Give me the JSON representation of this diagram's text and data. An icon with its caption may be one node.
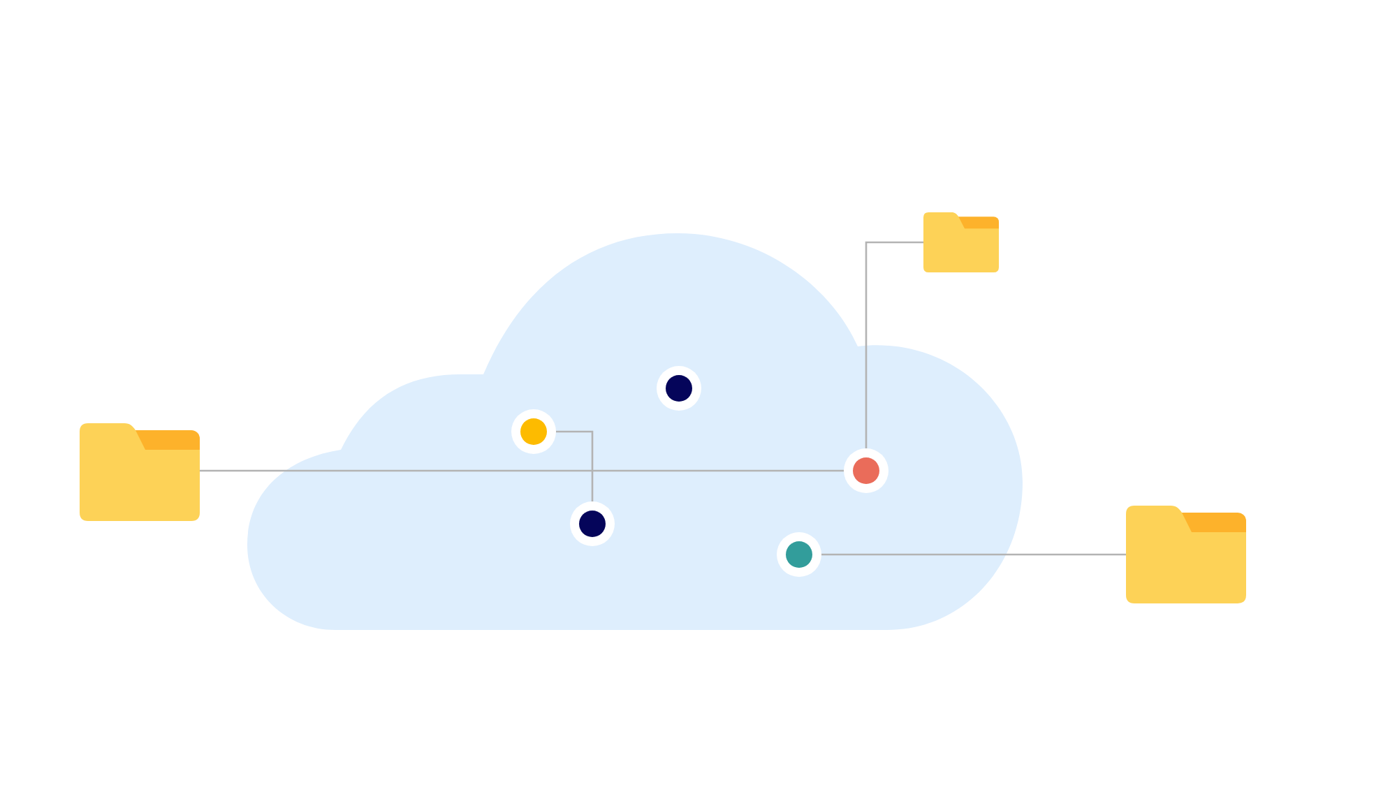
{
  "diagram": {
    "nodes": [
      {
        "text": [],
        "shape": "folder"
      },
      {
        "text": [],
        "shape": "cloud"
      },
      {
        "text": [],
        "shape": "circle",
        "in": 1
      },
      {
        "text": [],
        "shape": "circle",
        "in": 1
      },
      {
        "text": [],
        "shape": "folder"
      },
      {
        "text": [],
        "shape": "circle",
        "in": 1
      },
      {
        "text": [],
        "shape": "circle",
        "in": 1
      },
      {
        "text": [],
        "shape": "circle",
        "in": 1
      },
      {
        "text": [],
        "shape": "folder"
      }
    ],
    "edges": [
      {
        "from": 0,
        "to": 5,
        "arrow": "none"
      },
      {
        "from": 3,
        "to": 6,
        "arrow": "none"
      },
      {
        "from": 4,
        "to": 5,
        "arrow": "none"
      },
      {
        "from": 7,
        "to": 8,
        "arrow": "none"
      }
    ]
  }
}
